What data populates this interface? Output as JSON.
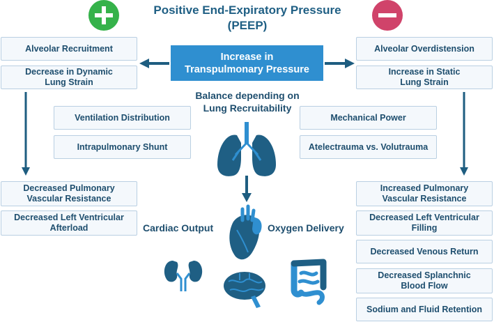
{
  "title": {
    "line1": "Positive End-Expiratory Pressure",
    "line2": "(PEEP)"
  },
  "center": {
    "line1": "Increase in",
    "line2": "Transpulmonary Pressure"
  },
  "balance": {
    "line1": "Balance depending on",
    "line2": "Lung Recruitability"
  },
  "left_top": [
    "Alveolar Recruitment",
    "Decrease in Dynamic Lung Strain"
  ],
  "right_top": [
    "Alveolar Overdistension",
    "Increase in Static Lung Strain"
  ],
  "middle_left": [
    "Ventilation Distribution",
    "Intrapulmonary Shunt"
  ],
  "middle_right": [
    "Mechanical Power",
    "Atelectrauma vs. Volutrauma"
  ],
  "left_bottom": [
    "Decreased Pulmonary Vascular Resistance",
    "Decreased Left Ventricular Afterload"
  ],
  "right_bottom": [
    "Increased Pulmonary Vascular Resistance",
    "Decreased Left Ventricular Filling",
    "Decreased Venous Return",
    "Decreased Splanchnic Blood Flow",
    "Sodium and Fluid Retention"
  ],
  "labels": {
    "cardiac": "Cardiac Output",
    "oxygen": "Oxygen Delivery"
  },
  "icons": [
    "plus-icon",
    "minus-icon",
    "lungs-icon",
    "heart-icon",
    "brain-icon",
    "kidneys-icon",
    "intestine-icon"
  ],
  "colors": {
    "positive": "#35b24a",
    "negative": "#d0436a",
    "accent": "#2f8fd0",
    "text": "#1e4e6e"
  }
}
